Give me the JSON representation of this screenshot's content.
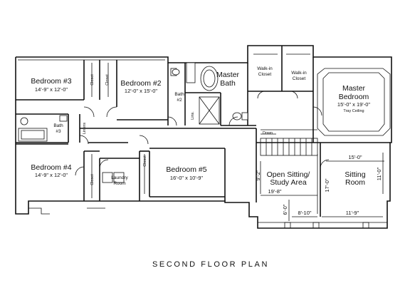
{
  "caption": "SECOND FLOOR PLAN",
  "rooms": {
    "bedroom3": {
      "name": "Bedroom #3",
      "dims": "14'-9\" x 12'-0\""
    },
    "bedroom2": {
      "name": "Bedroom #2",
      "dims": "12'-0\" x 15'-0\""
    },
    "bedroom4": {
      "name": "Bedroom #4",
      "dims": "14'-9\" x 12'-0\""
    },
    "bedroom5": {
      "name": "Bedroom #5",
      "dims": "16'-0\" x 10'-9\""
    },
    "master_bath": {
      "name_1": "Master",
      "name_2": "Bath"
    },
    "walkin1": {
      "name_1": "Walk-in",
      "name_2": "Closet"
    },
    "walkin2": {
      "name_1": "Walk-in",
      "name_2": "Closet"
    },
    "master_bedroom": {
      "name_1": "Master",
      "name_2": "Bedroom",
      "dims": "15'-0\" x 19'-0\"",
      "note": "Tray Ceiling"
    },
    "bath2": {
      "name_1": "Bath",
      "name_2": "#2"
    },
    "bath3": {
      "name_1": "Bath",
      "name_2": "#3"
    },
    "linens1": "Linens",
    "linens2": "Lins.",
    "closet": "Closet",
    "laundry": {
      "name_1": "Laundry",
      "name_2": "Room"
    },
    "open_sitting": {
      "name_1": "Open Sitting/",
      "name_2": "Study Area"
    },
    "sitting_room": {
      "name_1": "Sitting",
      "name_2": "Room"
    },
    "down": "Down"
  },
  "dimensions": {
    "d_15_0": "15'-0\"",
    "d_11_0": "11'-0\"",
    "d_17_0": "17'-0\"",
    "d_9_2": "9'-2\"",
    "d_19_8": "19'-8\"",
    "d_6_0": "6'-0\"",
    "d_8_10": "8'-10\"",
    "d_11_9": "11'-9\""
  }
}
